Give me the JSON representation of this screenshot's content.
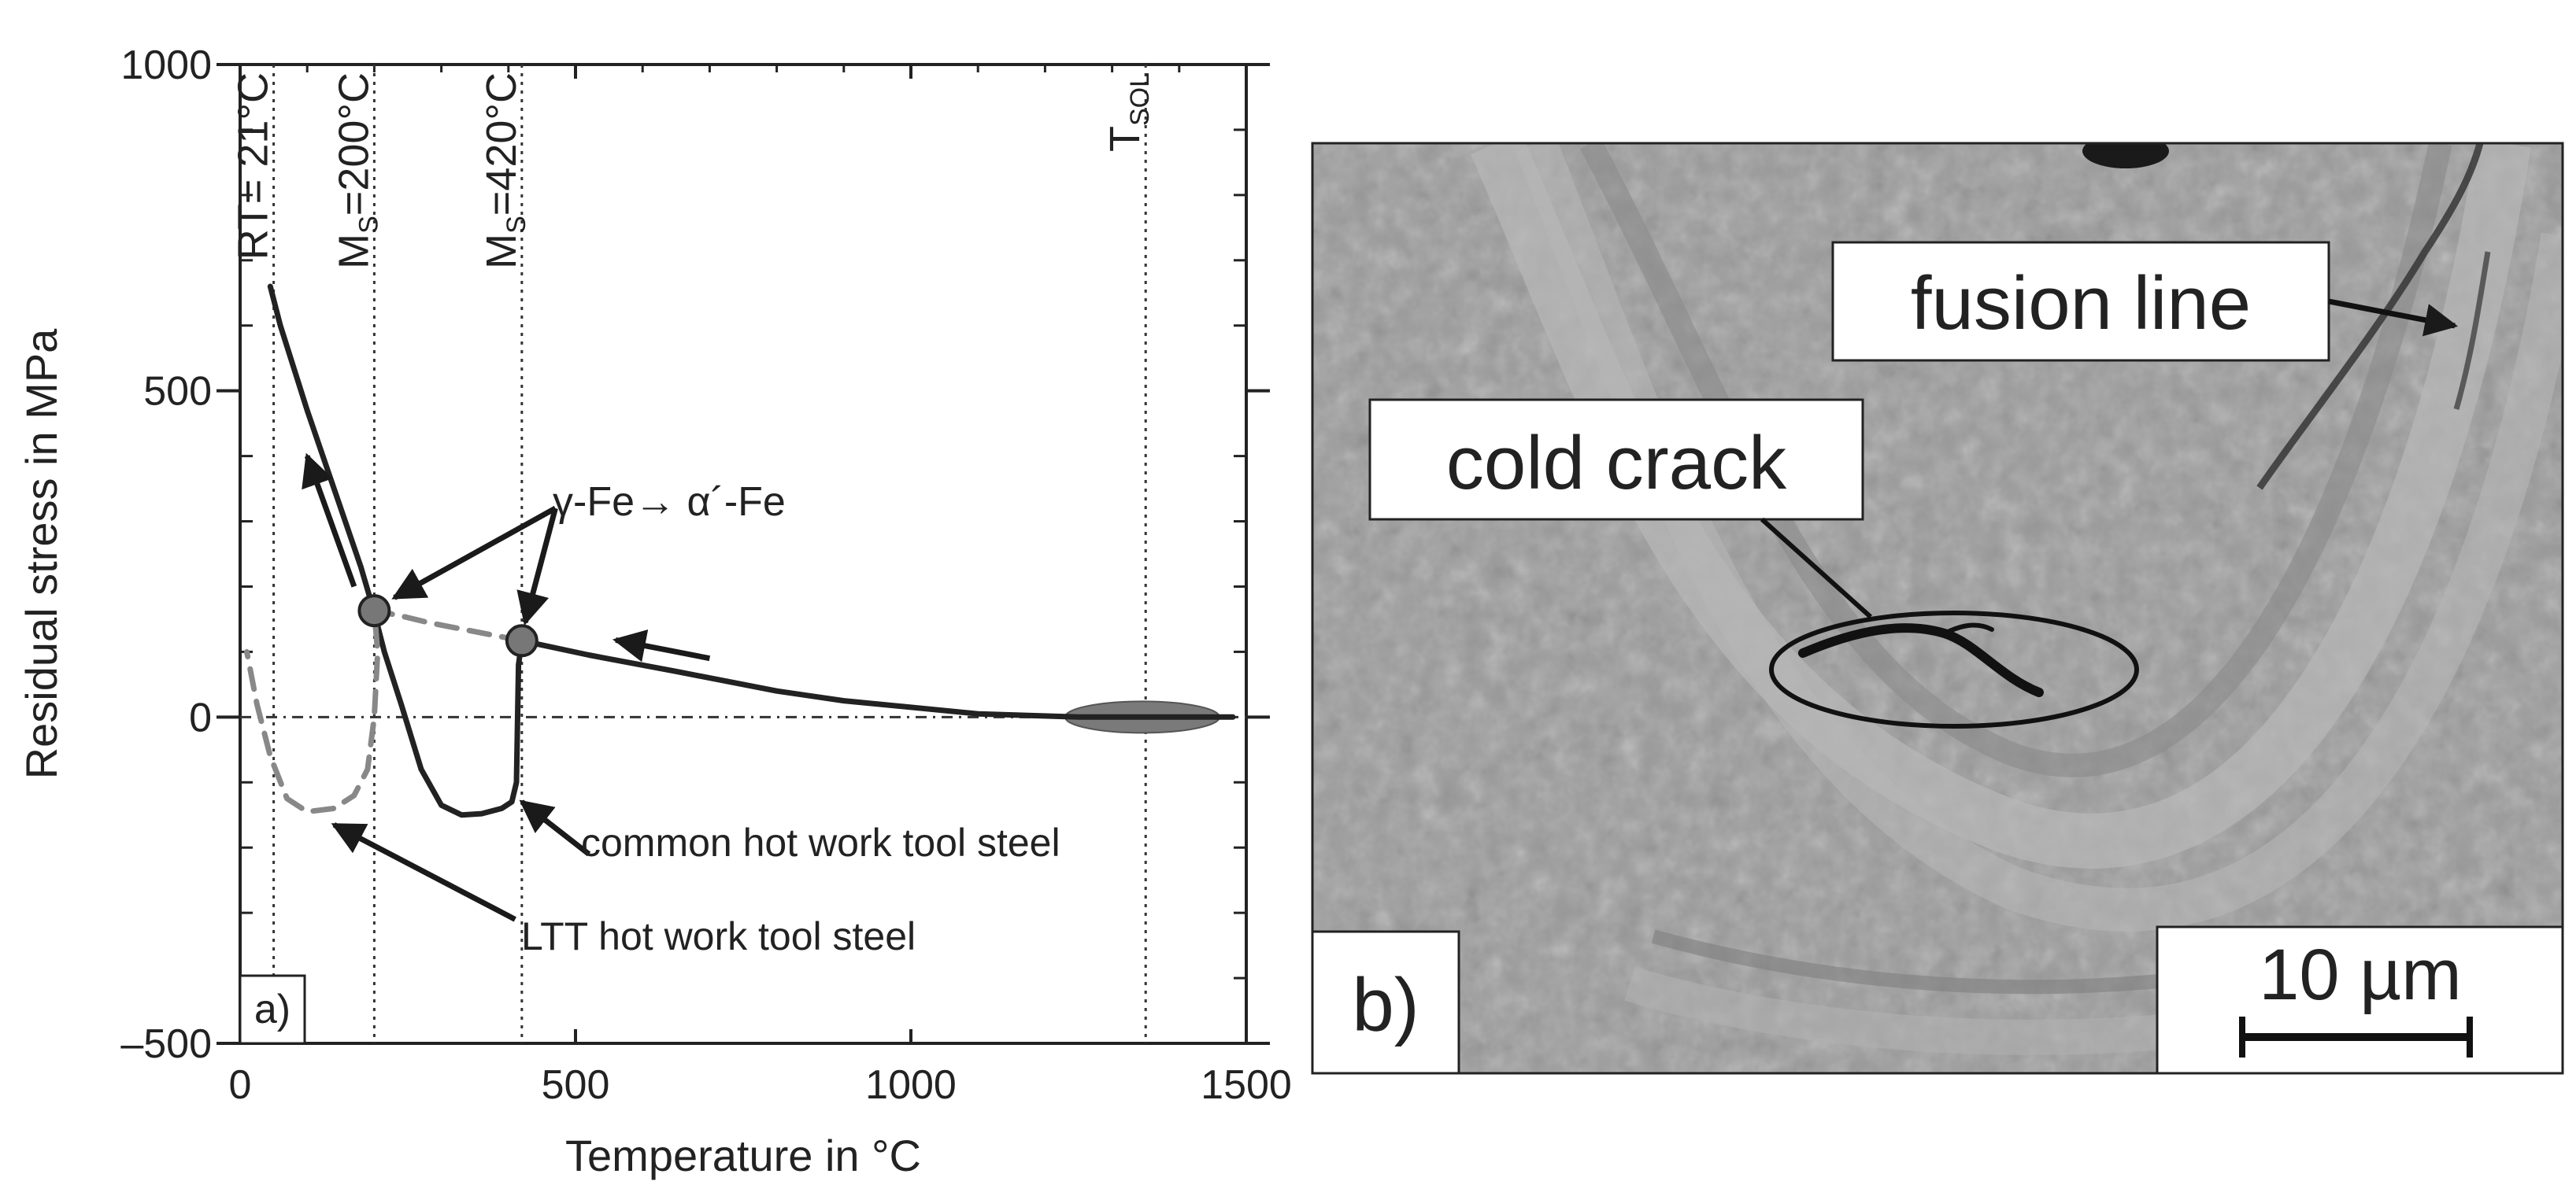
{
  "chart_data": {
    "type": "line",
    "panel_label": "a)",
    "xlabel": "Temperature in °C",
    "ylabel": "Residual stress in MPa",
    "xlim": [
      0,
      1500
    ],
    "ylim": [
      -500,
      1000
    ],
    "x_ticks": [
      0,
      500,
      1000,
      1500
    ],
    "y_ticks": [
      -500,
      0,
      500,
      1000
    ],
    "x_tick_labels": [
      "0",
      "500",
      "1000",
      "1500"
    ],
    "y_tick_labels": [
      "–500",
      "0",
      "500",
      "1000"
    ],
    "grid": false,
    "reference_lines": [
      {
        "x": 50,
        "label": "RT= 21°C"
      },
      {
        "x": 200,
        "label": "M",
        "sub": "S",
        "suffix": "=200°C"
      },
      {
        "x": 420,
        "label": "M",
        "sub": "S",
        "suffix": "=420°C"
      },
      {
        "x": 1350,
        "label": "T",
        "sub": "SOL",
        "suffix": ""
      }
    ],
    "series": [
      {
        "style": "solid",
        "color": "#222222",
        "points": [
          [
            1480,
            0
          ],
          [
            1250,
            0
          ],
          [
            1100,
            5
          ],
          [
            900,
            25
          ],
          [
            800,
            40
          ],
          [
            650,
            70
          ],
          [
            520,
            95
          ],
          [
            420,
            117
          ],
          [
            415,
            80
          ],
          [
            412,
            -100
          ],
          [
            405,
            -130
          ],
          [
            390,
            -140
          ],
          [
            360,
            -148
          ],
          [
            330,
            -150
          ],
          [
            300,
            -135
          ],
          [
            270,
            -80
          ],
          [
            240,
            20
          ],
          [
            215,
            100
          ],
          [
            200,
            160
          ],
          [
            180,
            230
          ],
          [
            140,
            350
          ],
          [
            100,
            470
          ],
          [
            60,
            600
          ],
          [
            45,
            660
          ]
        ]
      },
      {
        "style": "dashed",
        "color": "#888888",
        "points": [
          [
            420,
            117
          ],
          [
            380,
            125
          ],
          [
            330,
            135
          ],
          [
            280,
            145
          ],
          [
            240,
            155
          ],
          [
            200,
            163
          ],
          [
            205,
            100
          ],
          [
            200,
            0
          ],
          [
            190,
            -80
          ],
          [
            170,
            -120
          ],
          [
            140,
            -140
          ],
          [
            100,
            -145
          ],
          [
            70,
            -125
          ],
          [
            45,
            -60
          ],
          [
            25,
            20
          ],
          [
            10,
            100
          ]
        ]
      }
    ],
    "transformation_points": [
      {
        "x": 200,
        "y": 163
      },
      {
        "x": 420,
        "y": 117
      }
    ],
    "solidus_region": {
      "x": 1345,
      "y": 0
    },
    "annotations": {
      "transformation": "γ-Fe→ α´-Fe",
      "common": "common hot work tool steel",
      "ltt": "LTT hot work tool steel"
    }
  },
  "micrograph": {
    "panel_label": "b)",
    "fusion_label": "fusion line",
    "crack_label": "cold crack",
    "scale_label": "10 µm"
  }
}
